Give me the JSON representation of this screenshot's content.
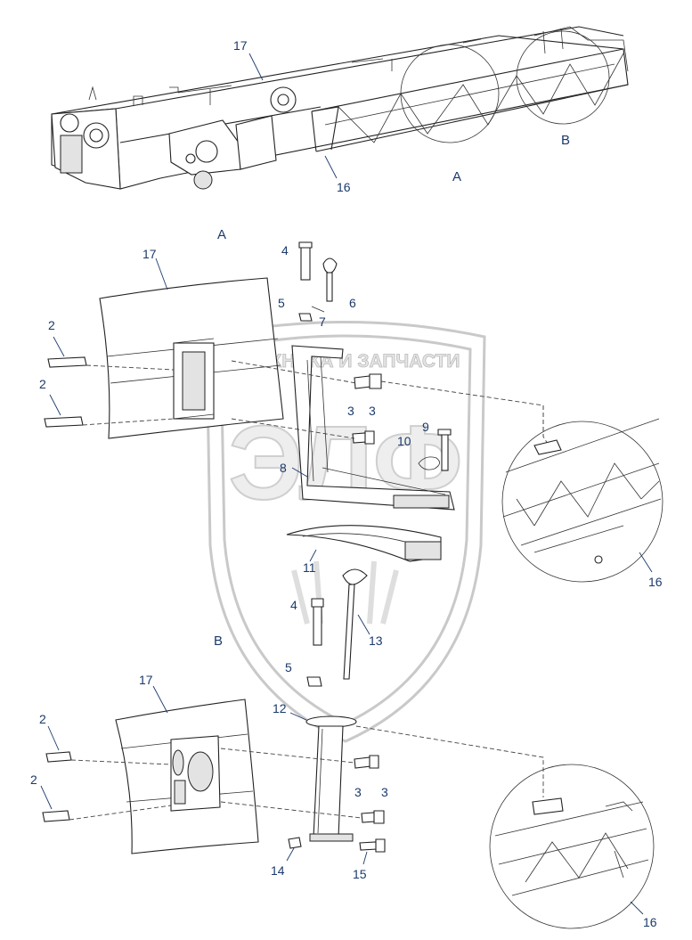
{
  "watermark": {
    "text": "ТЕХНИКА И ЗАПЧАСТИ",
    "letters": "ЭЛФ"
  },
  "overview": {
    "labels": {
      "p17": "17",
      "p16": "16",
      "viewA": "A",
      "viewB": "B"
    }
  },
  "viewA": {
    "title": "A",
    "labels": {
      "p17": "17",
      "p2a": "2",
      "p2b": "2",
      "p4": "4",
      "p5": "5",
      "p6": "6",
      "p7": "7",
      "p3a": "3",
      "p3b": "3",
      "p9": "9",
      "p10": "10",
      "p8": "8",
      "p11": "11",
      "p16": "16",
      "p4b": "4",
      "p13": "13"
    }
  },
  "viewB": {
    "title": "B",
    "labels": {
      "p17": "17",
      "p2a": "2",
      "p2b": "2",
      "p5": "5",
      "p12": "12",
      "p3a": "3",
      "p3b": "3",
      "p14": "14",
      "p15": "15",
      "p16": "16"
    }
  }
}
